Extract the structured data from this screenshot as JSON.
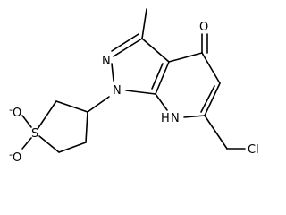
{
  "molecule": {
    "atoms": {
      "N1": "N",
      "N2": "N",
      "O_keto": "O",
      "NH": "H",
      "NH_N": "N",
      "Cl": "Cl",
      "S": "S",
      "OS_top": "O",
      "OS_top_charge": "-",
      "OS_bottom": "O",
      "OS_bottom_charge": "-"
    }
  }
}
